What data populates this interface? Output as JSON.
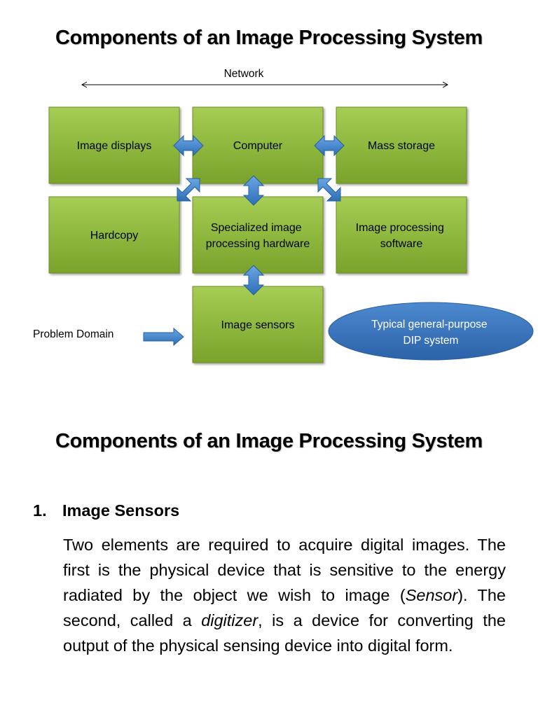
{
  "slide1": {
    "title": "Components of an Image Processing System",
    "network_label": "Network",
    "problem_domain_label": "Problem Domain",
    "boxes": {
      "image_displays": [
        "Image displays"
      ],
      "computer": [
        "Computer"
      ],
      "mass_storage": [
        "Mass storage"
      ],
      "hardcopy": [
        "Hardcopy"
      ],
      "specialized_hardware": [
        "Specialized image",
        "processing hardware"
      ],
      "software": [
        "Image processing",
        "software"
      ],
      "image_sensors": [
        "Image sensors"
      ]
    },
    "ellipse_label": [
      "Typical general-purpose",
      "DIP system"
    ],
    "colors": {
      "box_fill": "#8db83a",
      "box_stroke": "#6a8f27",
      "arrow_fill": "#3b7fc4",
      "ellipse_fill": "#3a76c2"
    }
  },
  "slide2": {
    "title": "Components of an Image Processing System",
    "item_number": "1.",
    "item_heading": "Image Sensors",
    "paragraph": {
      "part1": "Two elements are required to acquire digital images. The first is the physical device that is sensitive to the energy radiated by the object we wish to image (",
      "sensor_term": "Sensor",
      "part2": "). The second, called a ",
      "digitizer_term": "digitizer",
      "part3": ", is a device for converting the output of the physical sensing device into digital form."
    }
  }
}
